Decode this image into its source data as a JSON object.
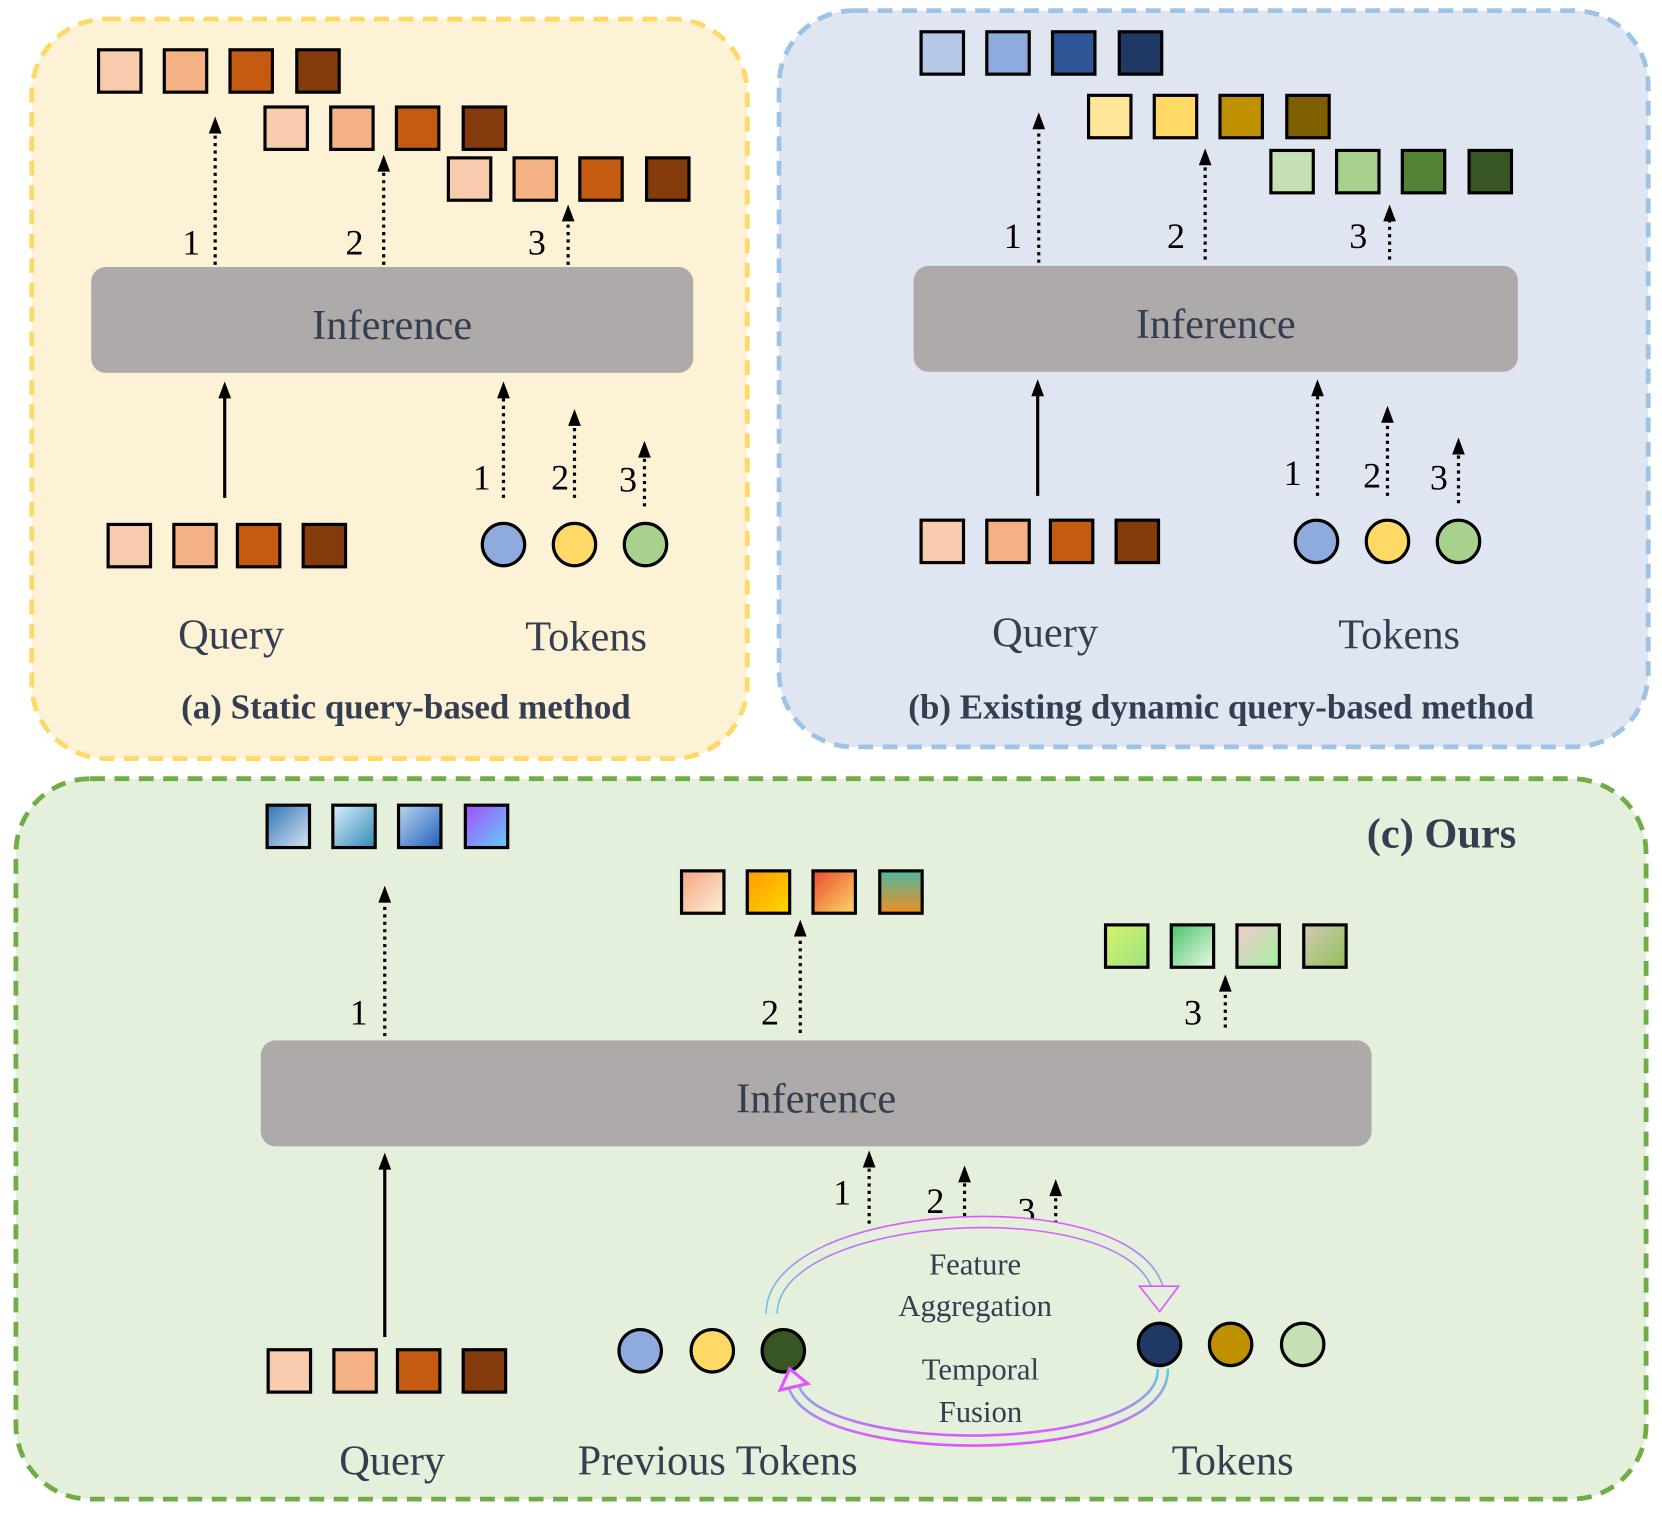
{
  "panels": {
    "a": {
      "caption": "(a) Static query-based method",
      "inference": "Inference",
      "query_label": "Query",
      "tokens_label": "Tokens",
      "step_labels": [
        "1",
        "2",
        "3"
      ],
      "token_step_labels": [
        "1",
        "2",
        "3"
      ],
      "bg": "#fdf2d6",
      "border": "#ffd966"
    },
    "b": {
      "caption": "(b) Existing dynamic query-based method",
      "inference": "Inference",
      "query_label": "Query",
      "tokens_label": "Tokens",
      "step_labels": [
        "1",
        "2",
        "3"
      ],
      "token_step_labels": [
        "1",
        "2",
        "3"
      ],
      "bg": "#dfe5f1",
      "border": "#9dc3e6"
    },
    "c": {
      "caption": "(c) Ours",
      "inference": "Inference",
      "query_label": "Query",
      "previous_tokens_label": "Previous Tokens",
      "tokens_label": "Tokens",
      "step_labels": [
        "1",
        "2",
        "3"
      ],
      "token_step_labels": [
        "1",
        "2",
        "3"
      ],
      "feature_aggregation": [
        "Feature",
        "Aggregation"
      ],
      "temporal_fusion": [
        "Temporal",
        "Fusion"
      ],
      "bg": "#e4efdc",
      "border": "#70ad47"
    }
  },
  "colors": {
    "query": [
      "#f8cbad",
      "#f4b183",
      "#c55a11",
      "#843c0c"
    ],
    "token_circles": [
      "#8faadc",
      "#ffd966",
      "#a9d18e"
    ],
    "blue_set": [
      "#b4c7e7",
      "#8faadc",
      "#2f5597",
      "#1f3864"
    ],
    "yellow_set": [
      "#ffe699",
      "#ffd966",
      "#bf9000",
      "#7f6000"
    ],
    "green_set": [
      "#c5e0b4",
      "#a9d18e",
      "#548235",
      "#375623"
    ],
    "previous_tokens": [
      "#8faadc",
      "#ffd966",
      "#375623"
    ],
    "current_tokens": [
      "#1f3864",
      "#bf9000",
      "#c5e0b4"
    ],
    "inference_box": "#aeaaaa",
    "ours_outputs": [
      [
        [
          "#2e75b6",
          "#dae3f3"
        ],
        [
          "#dbeffb",
          "#2e8ab8"
        ],
        [
          "#bdd7ee",
          "#1f5fbf"
        ],
        [
          "#a64dff",
          "#5fd0f7"
        ]
      ],
      [
        [
          "#f4a582",
          "#fdf0d5"
        ],
        [
          "#ff9900",
          "#ffd700"
        ],
        [
          "#e84a2f",
          "#ffd966"
        ],
        [
          "#4fb8a0",
          "#f08c1e"
        ]
      ],
      [
        [
          "#d4f56a",
          "#a0e080"
        ],
        [
          "#4cc46a",
          "#e8f8e8"
        ],
        [
          "#f5c6d0",
          "#9ff59f"
        ],
        [
          "#d6c9b5",
          "#8fc05a"
        ]
      ]
    ],
    "arc_gradient": [
      "#e056fd",
      "#5fd0e0"
    ]
  }
}
